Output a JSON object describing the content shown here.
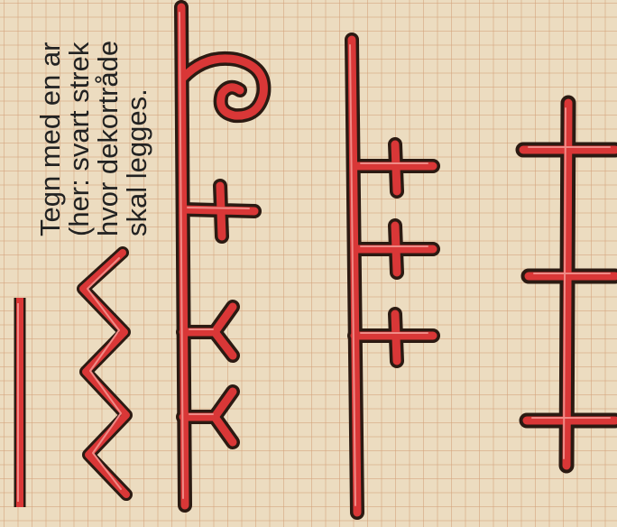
{
  "instruction": {
    "lines": [
      "Tegn med en ar",
      "(her: svart strek",
      "hvor dekortråde",
      "skal legges."
    ]
  },
  "colors": {
    "paper": "#ecdcc0",
    "grid": "#d4a078",
    "ink_outline": "#2b1a12",
    "fill_red": "#d93737",
    "highlight": "#f08a86"
  }
}
